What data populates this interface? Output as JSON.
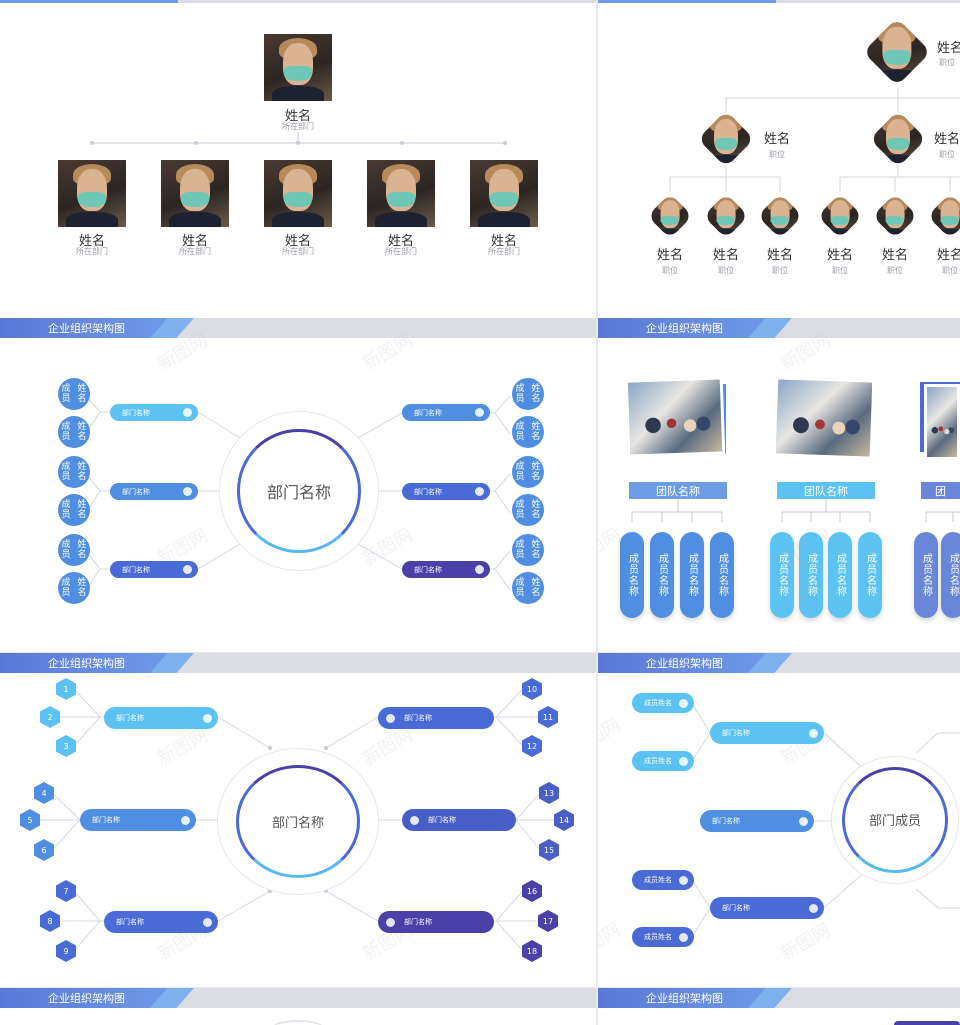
{
  "common": {
    "header_title": "企业组织架构图",
    "watermark": "新图网"
  },
  "slide1": {
    "top": {
      "name": "姓名",
      "dept": "所在部门"
    },
    "members": [
      {
        "name": "姓名",
        "dept": "所在部门"
      },
      {
        "name": "姓名",
        "dept": "所在部门"
      },
      {
        "name": "姓名",
        "dept": "所在部门"
      },
      {
        "name": "姓名",
        "dept": "所在部门"
      },
      {
        "name": "姓名",
        "dept": "所在部门"
      }
    ]
  },
  "slide2": {
    "top": {
      "name": "姓名",
      "role": "职位"
    },
    "mid": [
      {
        "name": "姓名",
        "role": "职位"
      },
      {
        "name": "姓名",
        "role": "职位"
      }
    ],
    "bottom": [
      {
        "name": "姓名",
        "role": "职位"
      },
      {
        "name": "姓名",
        "role": "职位"
      },
      {
        "name": "姓名",
        "role": "职位"
      },
      {
        "name": "姓名",
        "role": "职位"
      },
      {
        "name": "姓名",
        "role": "职位"
      },
      {
        "name": "姓名",
        "role": "职位"
      }
    ]
  },
  "slide3": {
    "center": "部门名称",
    "dept_label": "部门名称",
    "member_label": "成员姓名",
    "member_line1": "成员",
    "member_line2": "姓名"
  },
  "slide4": {
    "team_label": "团队名称",
    "member_label": "成员名称",
    "team_label_partial": "团"
  },
  "slide5": {
    "center": "部门名称",
    "dept_label": "部门名称",
    "numbers": [
      "1",
      "2",
      "3",
      "4",
      "5",
      "6",
      "7",
      "8",
      "9",
      "10",
      "11",
      "12",
      "13",
      "14",
      "15",
      "16",
      "17",
      "18"
    ]
  },
  "slide6": {
    "center": "部门成员",
    "dept_label": "部门名称",
    "member_label": "成员姓名"
  },
  "colors": {
    "light_blue": "#5bc2f2",
    "mid_blue": "#4f8ee0",
    "royal_blue": "#4a6ad6",
    "indigo": "#4b3fa8"
  }
}
